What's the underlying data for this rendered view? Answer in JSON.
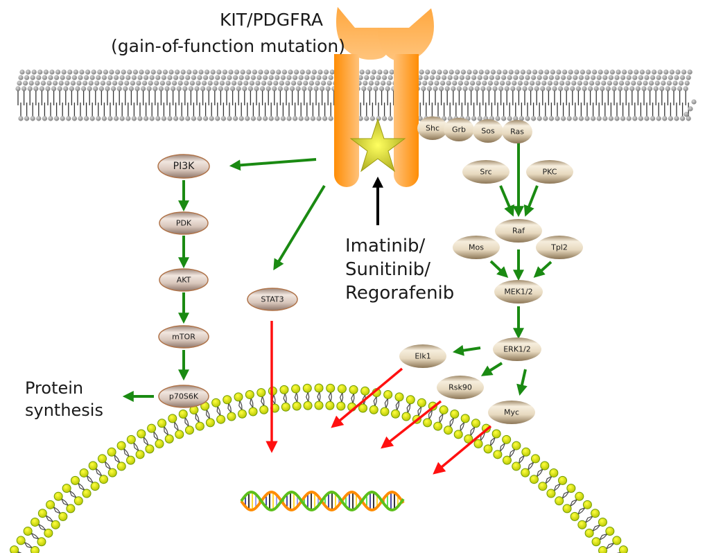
{
  "title": {
    "line1": "KIT/PDGFRA",
    "line2": "(gain-of-function mutation)"
  },
  "drug_label": {
    "line1": "Imatinib/",
    "line2": "Sunitinib/",
    "line3": "Regorafenib"
  },
  "output_label": {
    "line1": "Protein",
    "line2": "synthesis"
  },
  "colors": {
    "receptor": "#ff9a1f",
    "activation_arrow": "#1a8a12",
    "nuclear_arrow": "#ff1010",
    "inhibitor_arrow": "#000000",
    "mutation_star": "#e7e640",
    "pi3k_node": "#c9b4a8",
    "mapk_node": "#e8dcc4",
    "nuclear_membrane": "#e6e600"
  },
  "nodes": {
    "pi3k": "PI3K",
    "pdk": "PDK",
    "akt": "AKT",
    "mtor": "mTOR",
    "p70s6k": "p70S6K",
    "stat3": "STAT3",
    "shc": "Shc",
    "grb": "Grb",
    "sos": "Sos",
    "ras": "Ras",
    "src": "Src",
    "pkc": "PKC",
    "raf": "Raf",
    "mos": "Mos",
    "tpl2": "Tpl2",
    "mek": "MEK1/2",
    "erk": "ERK1/2",
    "elk1": "Elk1",
    "rsk90": "Rsk90",
    "myc": "Myc"
  }
}
